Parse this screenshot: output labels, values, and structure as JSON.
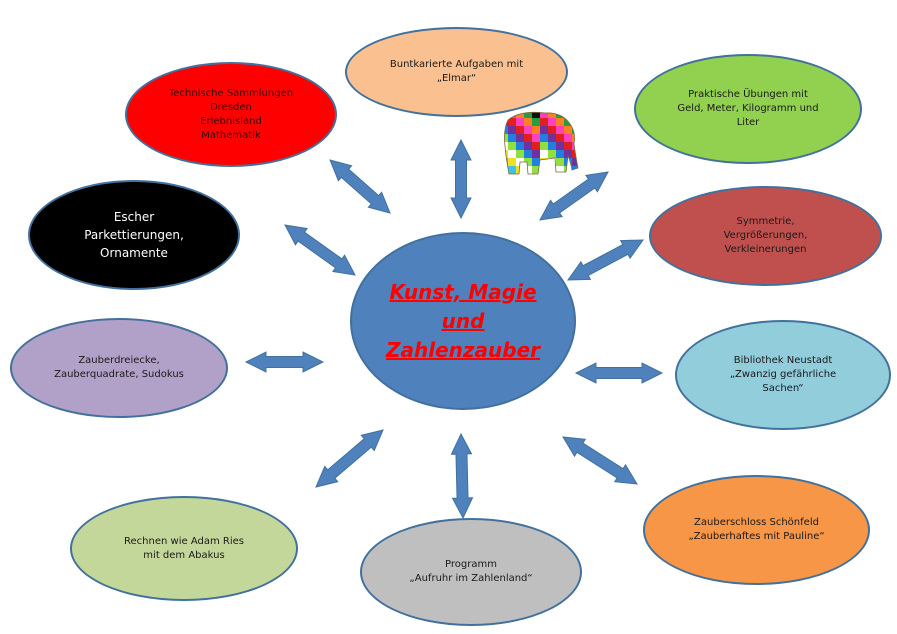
{
  "center": {
    "label": "Kunst, Magie\nund\nZahlenzauber",
    "fill": "#4F81BD",
    "text_color": "#FF0000"
  },
  "arrow_color": "#4F81BD",
  "outline_color": "#41719C",
  "nodes": [
    {
      "id": "elmar",
      "label": "Buntkarierte Aufgaben mit\n„Elmar“",
      "fill": "#FAC090"
    },
    {
      "id": "tech",
      "label": "Technische Sammlungen\nDresden\nErlebnisland\nMathematik",
      "fill": "#FF0000"
    },
    {
      "id": "praktisch",
      "label": "Praktische Übungen mit\nGeld, Meter, Kilogramm und\nLiter",
      "fill": "#92D050"
    },
    {
      "id": "escher",
      "label": "Escher\nParkettierungen,\nOrnamente",
      "fill": "#000000"
    },
    {
      "id": "symmetrie",
      "label": "Symmetrie,\nVergrößerungen,\nVerkleinerungen",
      "fill": "#C0504D"
    },
    {
      "id": "zauberdreiecke",
      "label": "Zauberdreiecke,\nZauberquadrate, Sudokus",
      "fill": "#B1A0C7"
    },
    {
      "id": "bibliothek",
      "label": "Bibliothek Neustadt\n„Zwanzig gefährliche\nSachen“",
      "fill": "#92CDDC"
    },
    {
      "id": "adamries",
      "label": "Rechnen wie Adam Ries\nmit dem Abakus",
      "fill": "#C4D79B"
    },
    {
      "id": "programm",
      "label": "Programm\n„Aufruhr im Zahlenland“",
      "fill": "#BFBFBF"
    },
    {
      "id": "zauberschloss",
      "label": "Zauberschloss Schönfeld\n„Zauberhaftes mit Pauline“",
      "fill": "#F79646"
    }
  ],
  "image": {
    "icon": "elmar-patchwork-elephant-icon"
  }
}
